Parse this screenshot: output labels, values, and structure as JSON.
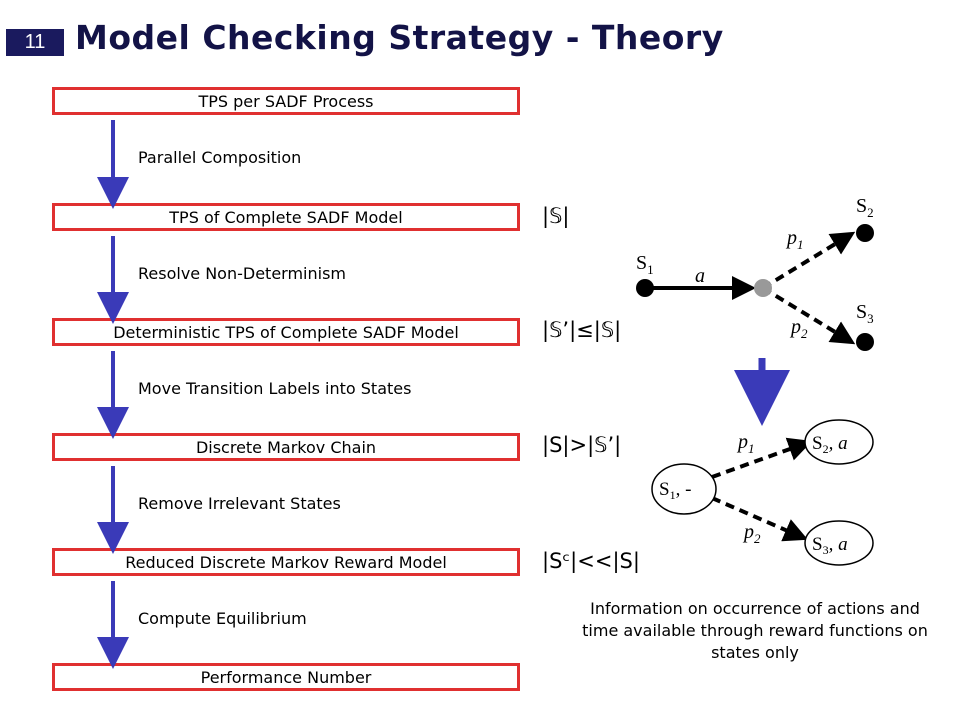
{
  "slide_number": "11",
  "title": "Model Checking Strategy - Theory",
  "steps": [
    {
      "box": "TPS per SADF Process"
    },
    {
      "box": "TPS of Complete SADF Model"
    },
    {
      "box": "Deterministic TPS of Complete SADF Model"
    },
    {
      "box": "Discrete Markov Chain"
    },
    {
      "box": "Reduced Discrete Markov Reward Model"
    },
    {
      "box": "Performance Number"
    }
  ],
  "transitions": [
    "Parallel Composition",
    "Resolve Non-Determinism",
    "Move Transition Labels into States",
    "Remove Irrelevant States",
    "Compute Equilibrium"
  ],
  "metrics": [
    "|𝕊|",
    "|𝕊’|≤|𝕊|",
    "|S|>|𝕊’|",
    "|Sᶜ|<<|S|"
  ],
  "tps_graph": {
    "s1": "S",
    "s1_sub": "1",
    "s2": "S",
    "s2_sub": "2",
    "s3": "S",
    "s3_sub": "3",
    "action": "a",
    "p1": "p",
    "p1_sub": "1",
    "p2": "p",
    "p2_sub": "2"
  },
  "markov_graph": {
    "n1": "S",
    "n1_sub": "1",
    "n1_suffix": ", -",
    "n2": "S",
    "n2_sub": "2",
    "n2_suffix": ", a",
    "n3": "S",
    "n3_sub": "3",
    "n3_suffix": ", a",
    "p1": "p",
    "p1_sub": "1",
    "p2": "p",
    "p2_sub": "2"
  },
  "info_text": "Information on occurrence of actions and time available through reward functions on states only",
  "colors": {
    "box_border": "#e03030",
    "arrow": "#3a3ab8",
    "title": "#131347",
    "slide_num_bg": "#1a1a5e"
  }
}
